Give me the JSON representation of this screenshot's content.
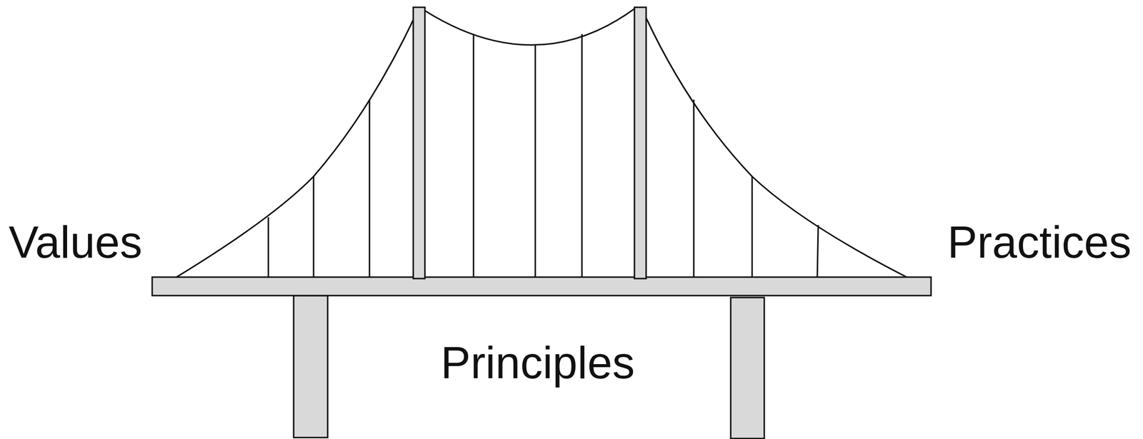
{
  "diagram": {
    "labels": [
      "Values",
      "Practices",
      "Principles"
    ]
  }
}
